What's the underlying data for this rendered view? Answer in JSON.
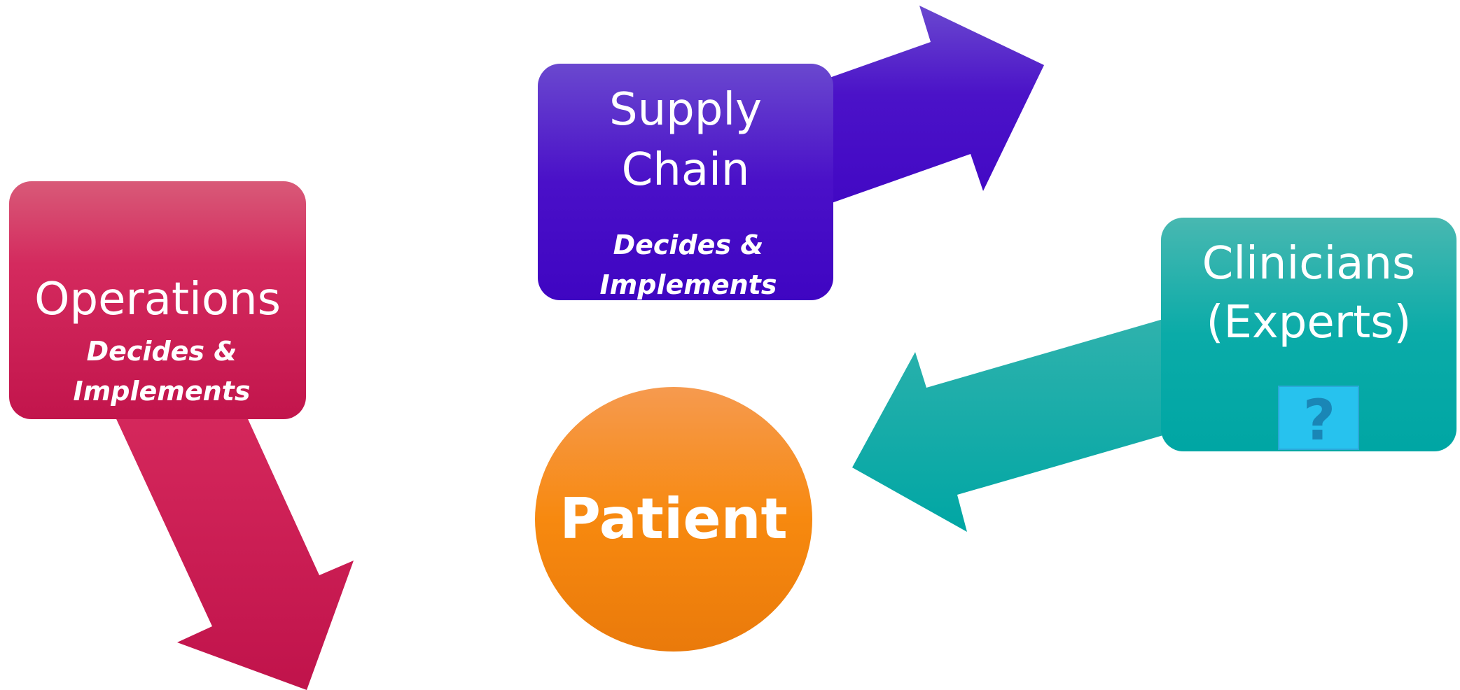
{
  "nodes": {
    "operations": {
      "title": "Operations",
      "subtitle_line1": "Decides &",
      "subtitle_line2": "Implements",
      "color": "#c8174f"
    },
    "supply_chain": {
      "title_line1": "Supply",
      "title_line2": "Chain",
      "subtitle_line1": "Decides &",
      "subtitle_line2": "Implements",
      "color": "#4107c4"
    },
    "clinicians": {
      "title_line1": "Clinicians",
      "title_line2": "(Experts)",
      "help_symbol": "?",
      "help_icon": "question-mark-icon",
      "color": "#00a8a6"
    },
    "patient": {
      "title": "Patient",
      "color": "#f7880e"
    }
  }
}
